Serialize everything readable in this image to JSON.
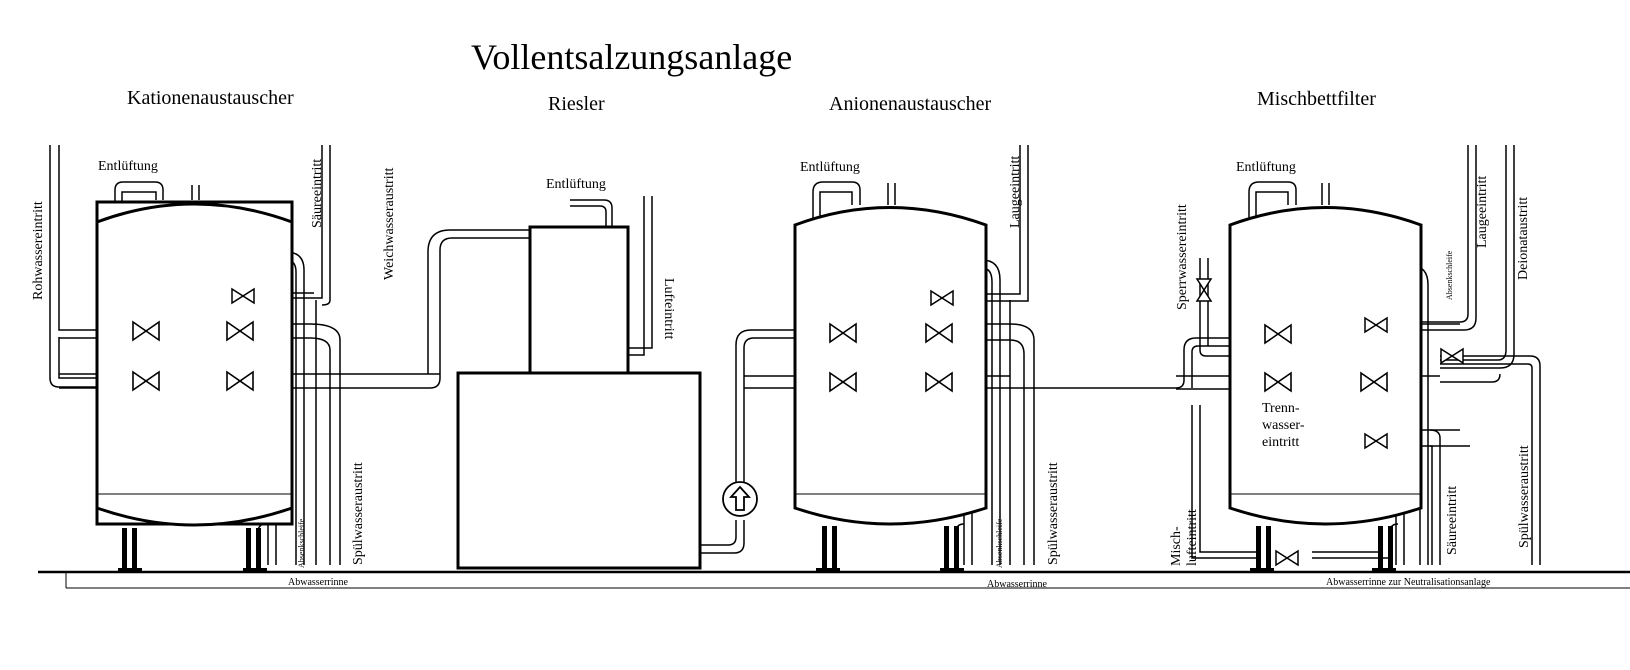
{
  "title": "Vollentsalzungsanlage",
  "sections": {
    "kationen": "Kationenaustauscher",
    "riesler": "Riesler",
    "anionen": "Anionenaustauscher",
    "mischbett": "Mischbettfilter"
  },
  "labels": {
    "rohwassereintritt": "Rohwassereintritt",
    "entlueftung_k": "Entlüftung",
    "saeureeintritt_k": "Säureeintritt",
    "weichwasseraustritt": "Weichwasseraustritt",
    "spuelwasseraustritt_k": "Spülwasseraustritt",
    "absenkschleife_k": "Absenkschleife",
    "abwasserrinne_k": "Abwasserrinne",
    "entlueftung_r": "Entlüftung",
    "lufteintritt": "Lufteintritt",
    "entlueftung_a": "Entlüftung",
    "laugeeintritt_a": "Laugeeintritt",
    "spuelwasseraustritt_a": "Spülwasseraustritt",
    "absenkschleife_a": "Absenkschleife",
    "abwasserrinne_a": "Abwasserrinne",
    "entlueftung_m": "Entlüftung",
    "sperrwassereintritt": "Sperrwassereintritt",
    "absenkschleife_m": "Absenkschleife",
    "laugeeintritt_m": "Laugeeintritt",
    "deionataustritt": "Deionataustritt",
    "trennwasser_1": "Trenn-",
    "trennwasser_2": "wasser-",
    "trennwasser_3": "eintritt",
    "mischluft_1": "Misch-",
    "mischluft_2": "lufteintritt",
    "saeureeintritt_m": "Säureeintritt",
    "spuelwasseraustritt_m": "Spülwasseraustritt",
    "abwasserrinne_m": "Abwasserrinne zur Neutralisationsanlage"
  },
  "icons": {
    "pump": "up-arrow-pump-icon",
    "valve": "butterfly-valve-icon"
  }
}
